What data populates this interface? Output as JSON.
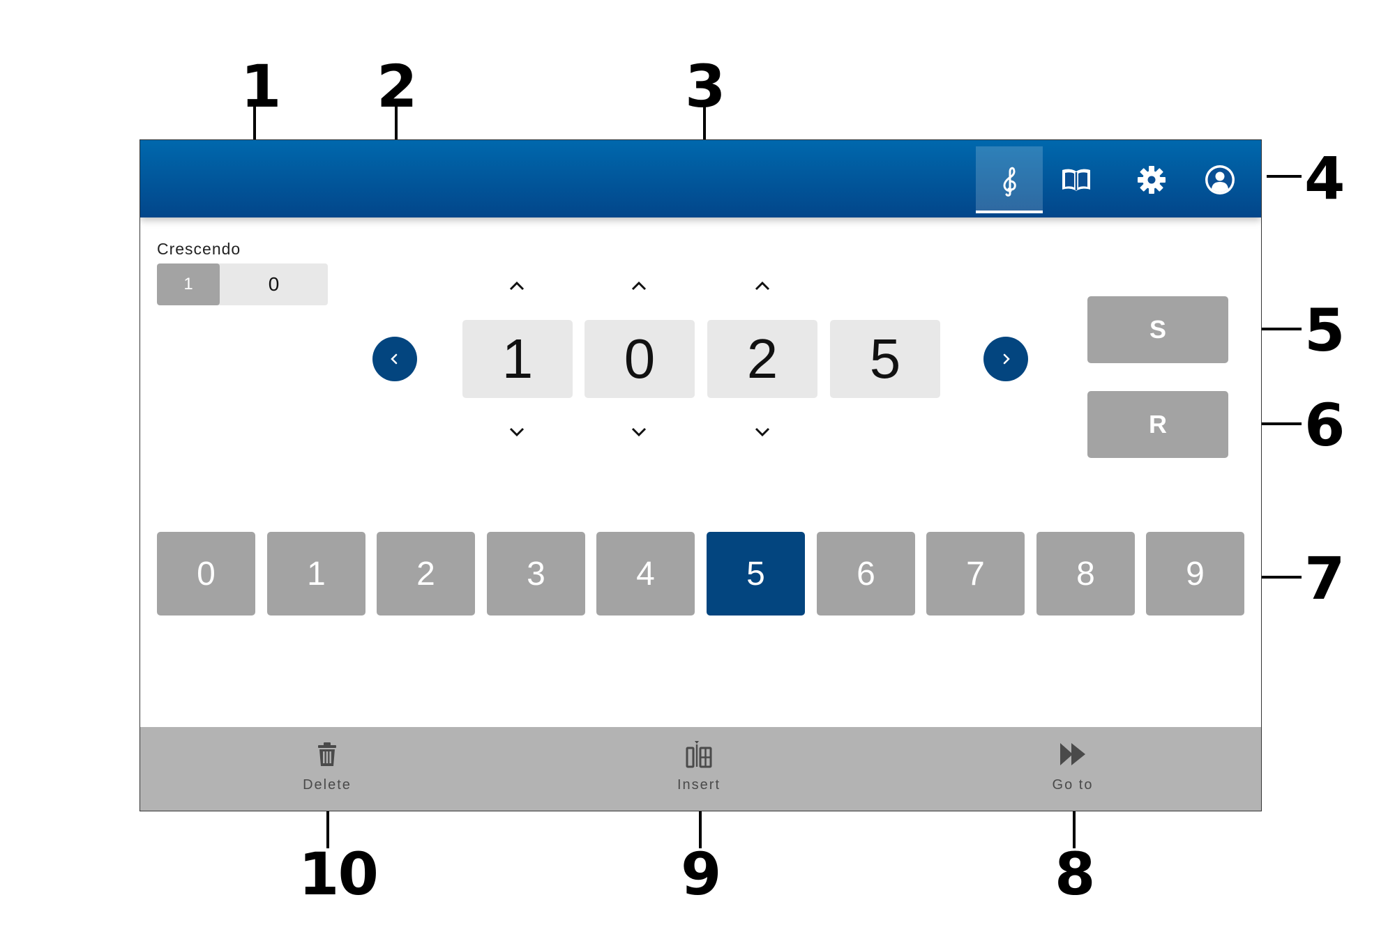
{
  "callouts": {
    "c1": "1",
    "c2": "2",
    "c3": "3",
    "c4": "4",
    "c5": "5",
    "c6": "6",
    "c7": "7",
    "c8": "8",
    "c9": "9",
    "c10": "10"
  },
  "header": {
    "icons": [
      "treble-clef-icon",
      "book-icon",
      "gear-icon",
      "user-icon"
    ],
    "active": "treble-clef-icon",
    "accent_color": "#02468a"
  },
  "crescendo": {
    "label": "Crescendo",
    "on_value": "1",
    "off_value": "0"
  },
  "stepper": {
    "digits": [
      "1",
      "0",
      "2",
      "5"
    ]
  },
  "side_buttons": {
    "s_label": "S",
    "r_label": "R"
  },
  "keypad": {
    "keys": [
      "0",
      "1",
      "2",
      "3",
      "4",
      "5",
      "6",
      "7",
      "8",
      "9"
    ],
    "selected": "5",
    "selected_color": "#03457f"
  },
  "footer": {
    "delete_label": "Delete",
    "insert_label": "Insert",
    "goto_label": "Go to"
  }
}
